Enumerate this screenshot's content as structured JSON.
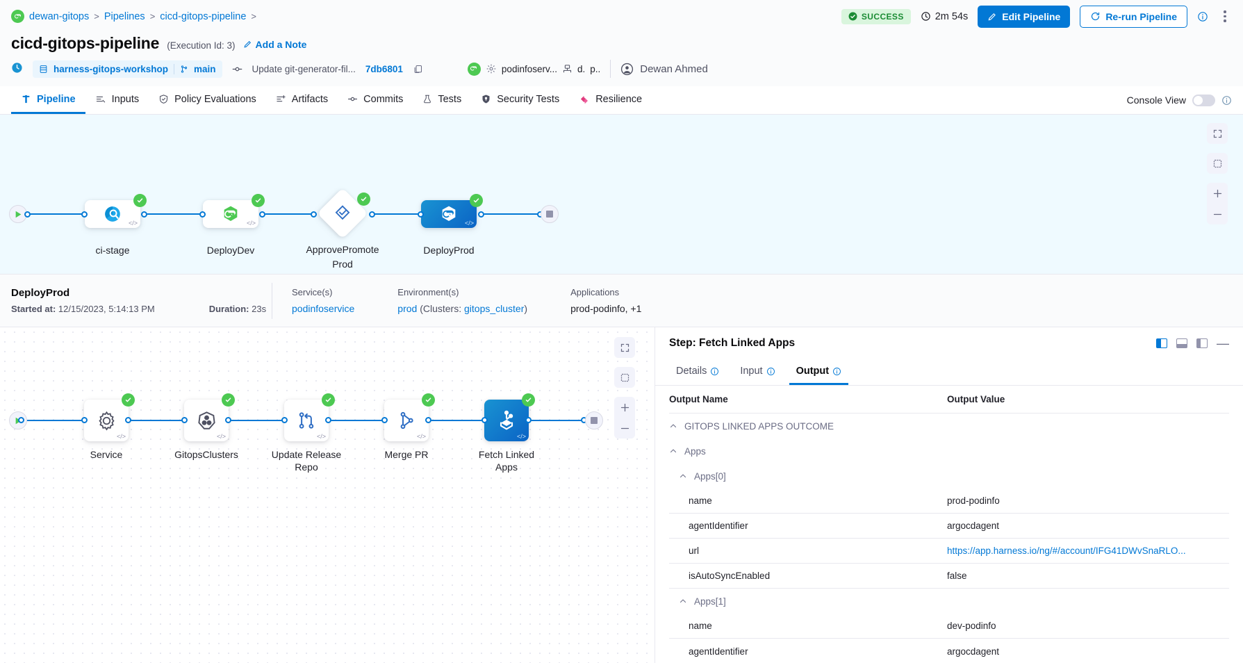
{
  "breadcrumbs": [
    {
      "label": "dewan-gitops",
      "icon": "gitops-icon"
    },
    {
      "label": "Pipelines"
    },
    {
      "label": "cicd-gitops-pipeline"
    }
  ],
  "header": {
    "title": "cicd-gitops-pipeline",
    "execution_id": "(Execution Id: 3)",
    "add_note": "Add a Note",
    "status": "SUCCESS",
    "duration": "2m 54s",
    "edit_pipeline": "Edit Pipeline",
    "rerun_pipeline": "Re-run Pipeline",
    "accent": "#0278d5",
    "success_color": "#1b8c34"
  },
  "meta": {
    "repo": "harness-gitops-workshop",
    "branch": "main",
    "commit_message": "Update git-generator-fil...",
    "commit_id": "7db6801",
    "service": "podinfoserv...",
    "env_short": "d.",
    "env_short2": "p..",
    "user": "Dewan Ahmed"
  },
  "tabs": [
    {
      "label": "Pipeline",
      "icon": "pipeline-icon",
      "active": true
    },
    {
      "label": "Inputs",
      "icon": "inputs-icon",
      "active": false
    },
    {
      "label": "Policy Evaluations",
      "icon": "policy-icon",
      "active": false
    },
    {
      "label": "Artifacts",
      "icon": "artifacts-icon",
      "active": false
    },
    {
      "label": "Commits",
      "icon": "commits-icon",
      "active": false
    },
    {
      "label": "Tests",
      "icon": "tests-icon",
      "active": false
    },
    {
      "label": "Security Tests",
      "icon": "security-icon",
      "active": false
    },
    {
      "label": "Resilience",
      "icon": "resilience-icon",
      "active": false
    }
  ],
  "console_view": {
    "label": "Console View",
    "enabled": false
  },
  "pipeline_graph": {
    "nodes": [
      {
        "label": "ci-stage",
        "type": "box",
        "status": "success",
        "icon": "ci-build-icon",
        "selected": false
      },
      {
        "label": "DeployDev",
        "type": "box",
        "status": "success",
        "icon": "gitops-green-icon",
        "selected": false
      },
      {
        "label": "ApprovePromoteProd",
        "type": "diamond",
        "status": "success",
        "icon": "approval-icon",
        "selected": false
      },
      {
        "label": "DeployProd",
        "type": "box",
        "status": "success",
        "icon": "gitops-white-icon",
        "selected": true
      }
    ]
  },
  "stage_summary": {
    "name": "DeployProd",
    "started_label": "Started at:",
    "started_value": "12/15/2023, 5:14:13 PM",
    "duration_label": "Duration:",
    "duration_value": "23s",
    "services_label": "Service(s)",
    "services_value": "podinfoservice",
    "environments_label": "Environment(s)",
    "environment_value": "prod",
    "clusters_prefix": "(Clusters:",
    "cluster_value": "gitops_cluster",
    "clusters_suffix": ")",
    "applications_label": "Applications",
    "applications_value": "prod-podinfo,",
    "applications_more": "+1"
  },
  "step_graph": {
    "nodes": [
      {
        "label": "Service",
        "icon": "gear-icon",
        "status": "success",
        "selected": false
      },
      {
        "label": "GitopsClusters",
        "icon": "kubernetes-icon",
        "status": "success",
        "selected": false
      },
      {
        "label": "Update Release Repo",
        "icon": "update-release-icon",
        "status": "success",
        "selected": false
      },
      {
        "label": "Merge PR",
        "icon": "merge-pr-icon",
        "status": "success",
        "selected": false
      },
      {
        "label": "Fetch Linked Apps",
        "icon": "fetch-apps-icon",
        "status": "success",
        "selected": true
      }
    ]
  },
  "right_panel": {
    "title": "Step: Fetch Linked Apps",
    "tabs": [
      {
        "label": "Details",
        "active": false
      },
      {
        "label": "Input",
        "active": false
      },
      {
        "label": "Output",
        "active": true
      }
    ],
    "table": {
      "headers": [
        "Output Name",
        "Output Value"
      ],
      "rows": [
        {
          "kind": "group",
          "indent": 0,
          "name": "GITOPS LINKED APPS OUTCOME",
          "value": "",
          "border": false
        },
        {
          "kind": "group",
          "indent": 0,
          "name": "Apps",
          "value": "",
          "border": false
        },
        {
          "kind": "group",
          "indent": 1,
          "name": "Apps[0]",
          "value": "",
          "border": false
        },
        {
          "kind": "field",
          "indent": 2,
          "name": "name",
          "value": "prod-podinfo",
          "border": true
        },
        {
          "kind": "field",
          "indent": 2,
          "name": "agentIdentifier",
          "value": "argocdagent",
          "border": true
        },
        {
          "kind": "link",
          "indent": 2,
          "name": "url",
          "value": "https://app.harness.io/ng/#/account/IFG41DWvSnaRLO...",
          "border": true
        },
        {
          "kind": "field",
          "indent": 2,
          "name": "isAutoSyncEnabled",
          "value": "false",
          "border": true
        },
        {
          "kind": "group",
          "indent": 1,
          "name": "Apps[1]",
          "value": "",
          "border": false
        },
        {
          "kind": "field",
          "indent": 2,
          "name": "name",
          "value": "dev-podinfo",
          "border": true
        },
        {
          "kind": "field",
          "indent": 2,
          "name": "agentIdentifier",
          "value": "argocdagent",
          "border": false
        }
      ]
    }
  },
  "zoom_controls": [
    "fullscreen-icon",
    "fit-icon",
    "zoom-in-icon",
    "zoom-out-icon"
  ]
}
